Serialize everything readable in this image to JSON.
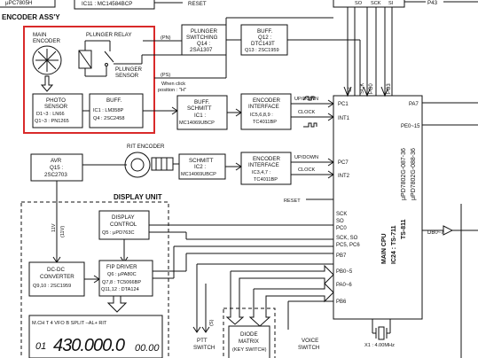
{
  "top": {
    "pc7805_label": "μPC7805H",
    "ic11_label": "IC11 : MC14584BCP",
    "reset_top": "RESET",
    "p43_label": "P43"
  },
  "encoder_section": {
    "title": "ENCODER ASS'Y",
    "main_encoder_line1": "MAIN",
    "main_encoder_line2": "ENCODER",
    "plunger_relay": "PLUNGER RELAY",
    "plunger_sensor_line1": "PLUNGER",
    "plunger_sensor_line2": "SENSOR",
    "photo_sensor": {
      "l1": "PHOTO",
      "l2": "SENSOR",
      "l3": "D1~3 : LN66",
      "l4": "Q1~3 : PN1265"
    },
    "buff": {
      "l1": "BUFF.",
      "l2": "IC1 : LM358P",
      "l3": "Q4 : 2SC2458"
    }
  },
  "signals": {
    "pn": "(PN)",
    "ps": "(PS)",
    "when_click_1": "When click",
    "when_click_2": "position : \"H\"",
    "updown_1": "UP/DOWN",
    "clock_1": "CLOCK",
    "updown_2": "UP/DOWN",
    "clock_2": "CLOCK",
    "reset_cpu": "RESET",
    "s_label": "(S)",
    "v11": "11V",
    "v11b": "(11V)"
  },
  "blocks": {
    "plunger_switching": {
      "l1": "PLUNGER",
      "l2": "SWITCHING",
      "l3": "Q14 :",
      "l4": "2SA1307"
    },
    "buff_q12": {
      "l1": "BUFF.",
      "l2": "Q12 :",
      "l3": "DTC143T",
      "l4": "Q13 : 2SC1959"
    },
    "buff_schmitt": {
      "l1": "BUFF.",
      "l2": "SCHMITT",
      "l3": "IC1 :",
      "l4": "MC14069UBCP"
    },
    "encoder_interface_1": {
      "l1": "ENCODER",
      "l2": "INTERFACE",
      "l3": "IC5,6,8,9 :",
      "l4": "TC4011BP"
    },
    "rit_encoder": "RIT ENCODER",
    "schmitt_ic2": {
      "l1": "SCHMITT",
      "l2": "IC2 :",
      "l3": "MC14069UBCP"
    },
    "encoder_interface_2": {
      "l1": "ENCODER",
      "l2": "INTERFACE",
      "l3": "IC3,4,7 :",
      "l4": "TC4011BP"
    },
    "avr": {
      "l1": "AVR",
      "l2": "Q15 :",
      "l3": "2SC2703"
    },
    "display_unit": "DISPLAY UNIT",
    "display_control": {
      "l1": "DISPLAY",
      "l2": "CONTROL",
      "l3": "Q5 : μPD763C"
    },
    "dc_dc": {
      "l1": "DC-DC",
      "l2": "CONVERTER",
      "l3": "Q9,10 : 2SC1959"
    },
    "fip_driver": {
      "l1": "FIP DRIVER",
      "l2": "Q6 : μPA80C",
      "l3": "Q7,8 : TC5066BP",
      "l4": "Q11,12 : DTA124"
    },
    "ptt_switch": {
      "l1": "PTT",
      "l2": "SWITCH"
    },
    "diode_matrix": {
      "l1": "DIODE",
      "l2": "MATRIX",
      "l3": "(KEY SWITCH)"
    },
    "voice_switch": {
      "l1": "VOICE",
      "l2": "SWITCH"
    }
  },
  "lcd": {
    "indicators": "M.CH T 4   VFO  B   SPLIT –AL+ RIT",
    "digits": "430.000.0",
    "small_digits": "00.00",
    "left_glyphs": "01"
  },
  "cpu": {
    "line1": "MAIN CPU",
    "line2": "IC24 : TS-711",
    "line3": "TS-811",
    "line4": "μPD7802G-087-36",
    "line5": "μPD7802G-088-36",
    "pins_top": [
      "SI",
      "SCK",
      "PC0",
      "PC3"
    ],
    "pins_top_far": [
      "SO",
      "PC3"
    ],
    "pins_left": [
      "PC1",
      "INT1",
      "PC7",
      "INT2",
      "SCK",
      "SO",
      "PC0",
      "SCK, SO",
      "PC5, PC6",
      "PB7",
      "PB0~5",
      "PA0~6",
      "PB6"
    ],
    "pins_right": [
      "PA7",
      "PE0~15",
      "DB0~7"
    ],
    "xtal": "X1 : 4.00MHz"
  }
}
